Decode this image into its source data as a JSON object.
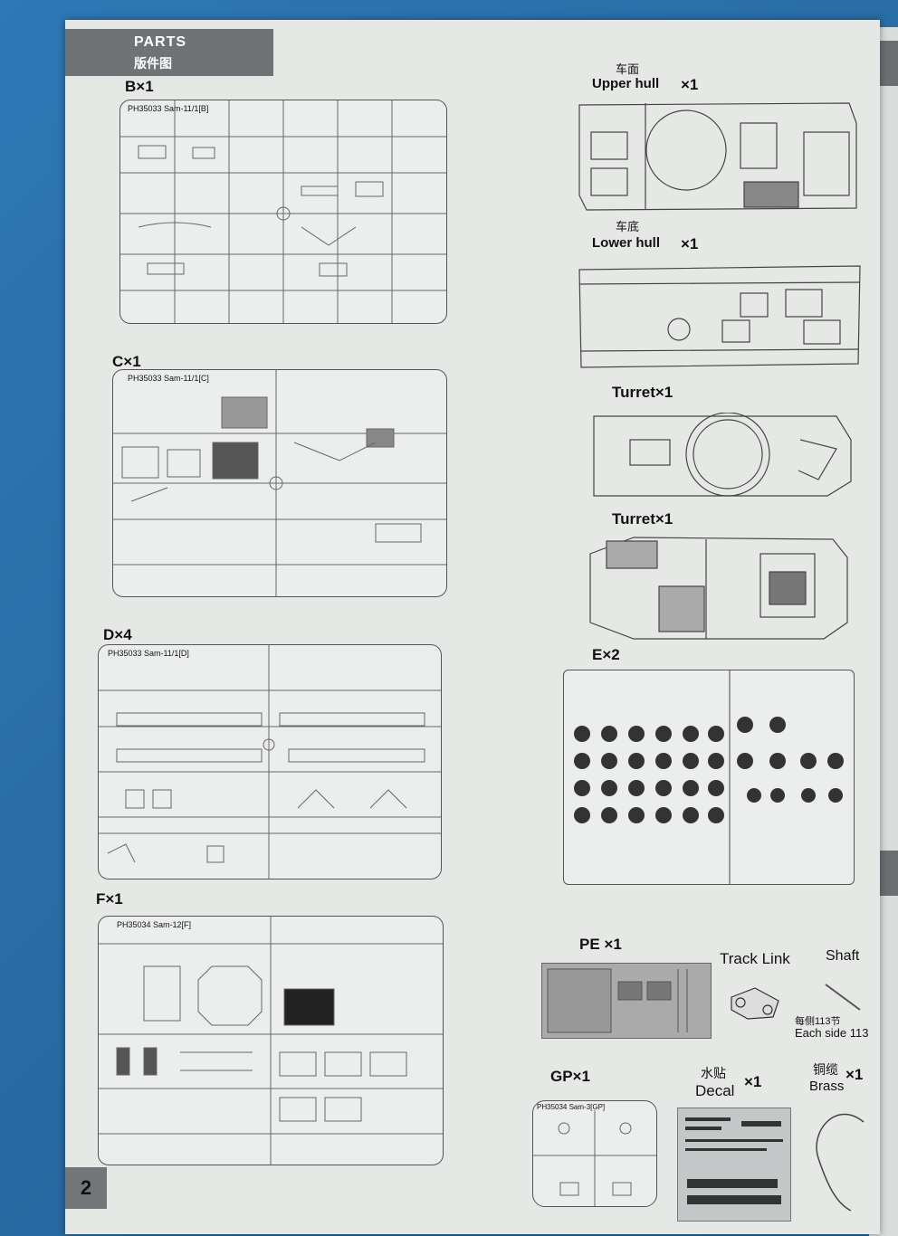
{
  "header": {
    "title_en": "PARTS",
    "title_cn": "版件图"
  },
  "sprues": {
    "b": {
      "label": "B×1",
      "code": "PH35033 Sam-11/1[B]"
    },
    "c": {
      "label": "C×1",
      "code": "PH35033 Sam-11/1[C]"
    },
    "d": {
      "label": "D×4",
      "code": "PH35033 Sam-11/1[D]"
    },
    "f": {
      "label": "F×1",
      "code": "PH35034 Sam-12[F]"
    },
    "e": {
      "label": "E×2"
    }
  },
  "hull": {
    "upper_cn": "车面",
    "upper_en": "Upper hull",
    "upper_qty": "×1",
    "lower_cn": "车底",
    "lower_en": "Lower hull",
    "lower_qty": "×1"
  },
  "turret": {
    "label1": "Turret×1",
    "label2": "Turret×1"
  },
  "extras": {
    "pe_label": "PE ×1",
    "track_label": "Track Link",
    "shaft_label": "Shaft",
    "each_side_cn": "每侧113节",
    "each_side_en": "Each side 113",
    "gp_label": "GP×1",
    "gp_code": "PH35034 Sam-3[GP]",
    "decal_cn": "水贴",
    "decal_en": "Decal",
    "decal_qty": "×1",
    "brass_cn": "铜缆",
    "brass_en": "Brass",
    "brass_qty": "×1"
  },
  "page_number": "2",
  "colors": {
    "header_bg": "#707376",
    "page_bg": "#e6e8e6",
    "line": "#555555"
  }
}
